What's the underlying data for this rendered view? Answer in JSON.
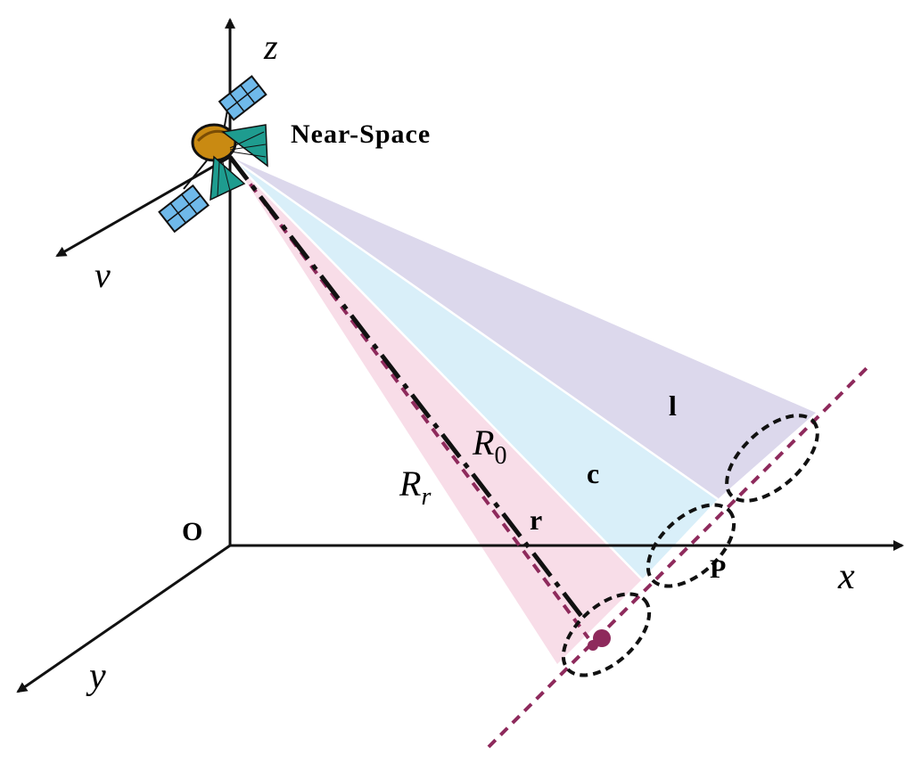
{
  "labels": {
    "z_axis": "z",
    "x_axis": "x",
    "y_axis": "y",
    "v_axis": "v",
    "origin": "O",
    "platform": "Near-Space",
    "beam_left": "l",
    "beam_center": "c",
    "beam_right": "r",
    "range_zero": "R",
    "range_zero_sub": "0",
    "range_r": "R",
    "range_r_sub": "r",
    "point": "P"
  },
  "colors": {
    "axis": "#111111",
    "beam_left": "#dcd8ec",
    "beam_center": "#d9eff9",
    "beam_right": "#f8dde8",
    "track_dashed": "#8e2a5c",
    "target_dot": "#8e2a5c",
    "footprint_dashed": "#111111",
    "solar_panel": "#6fb9ea",
    "satellite_body": "#c98a12",
    "antenna_dish": "#1e9c8f"
  },
  "icons": {
    "platform": "satellite-icon"
  }
}
